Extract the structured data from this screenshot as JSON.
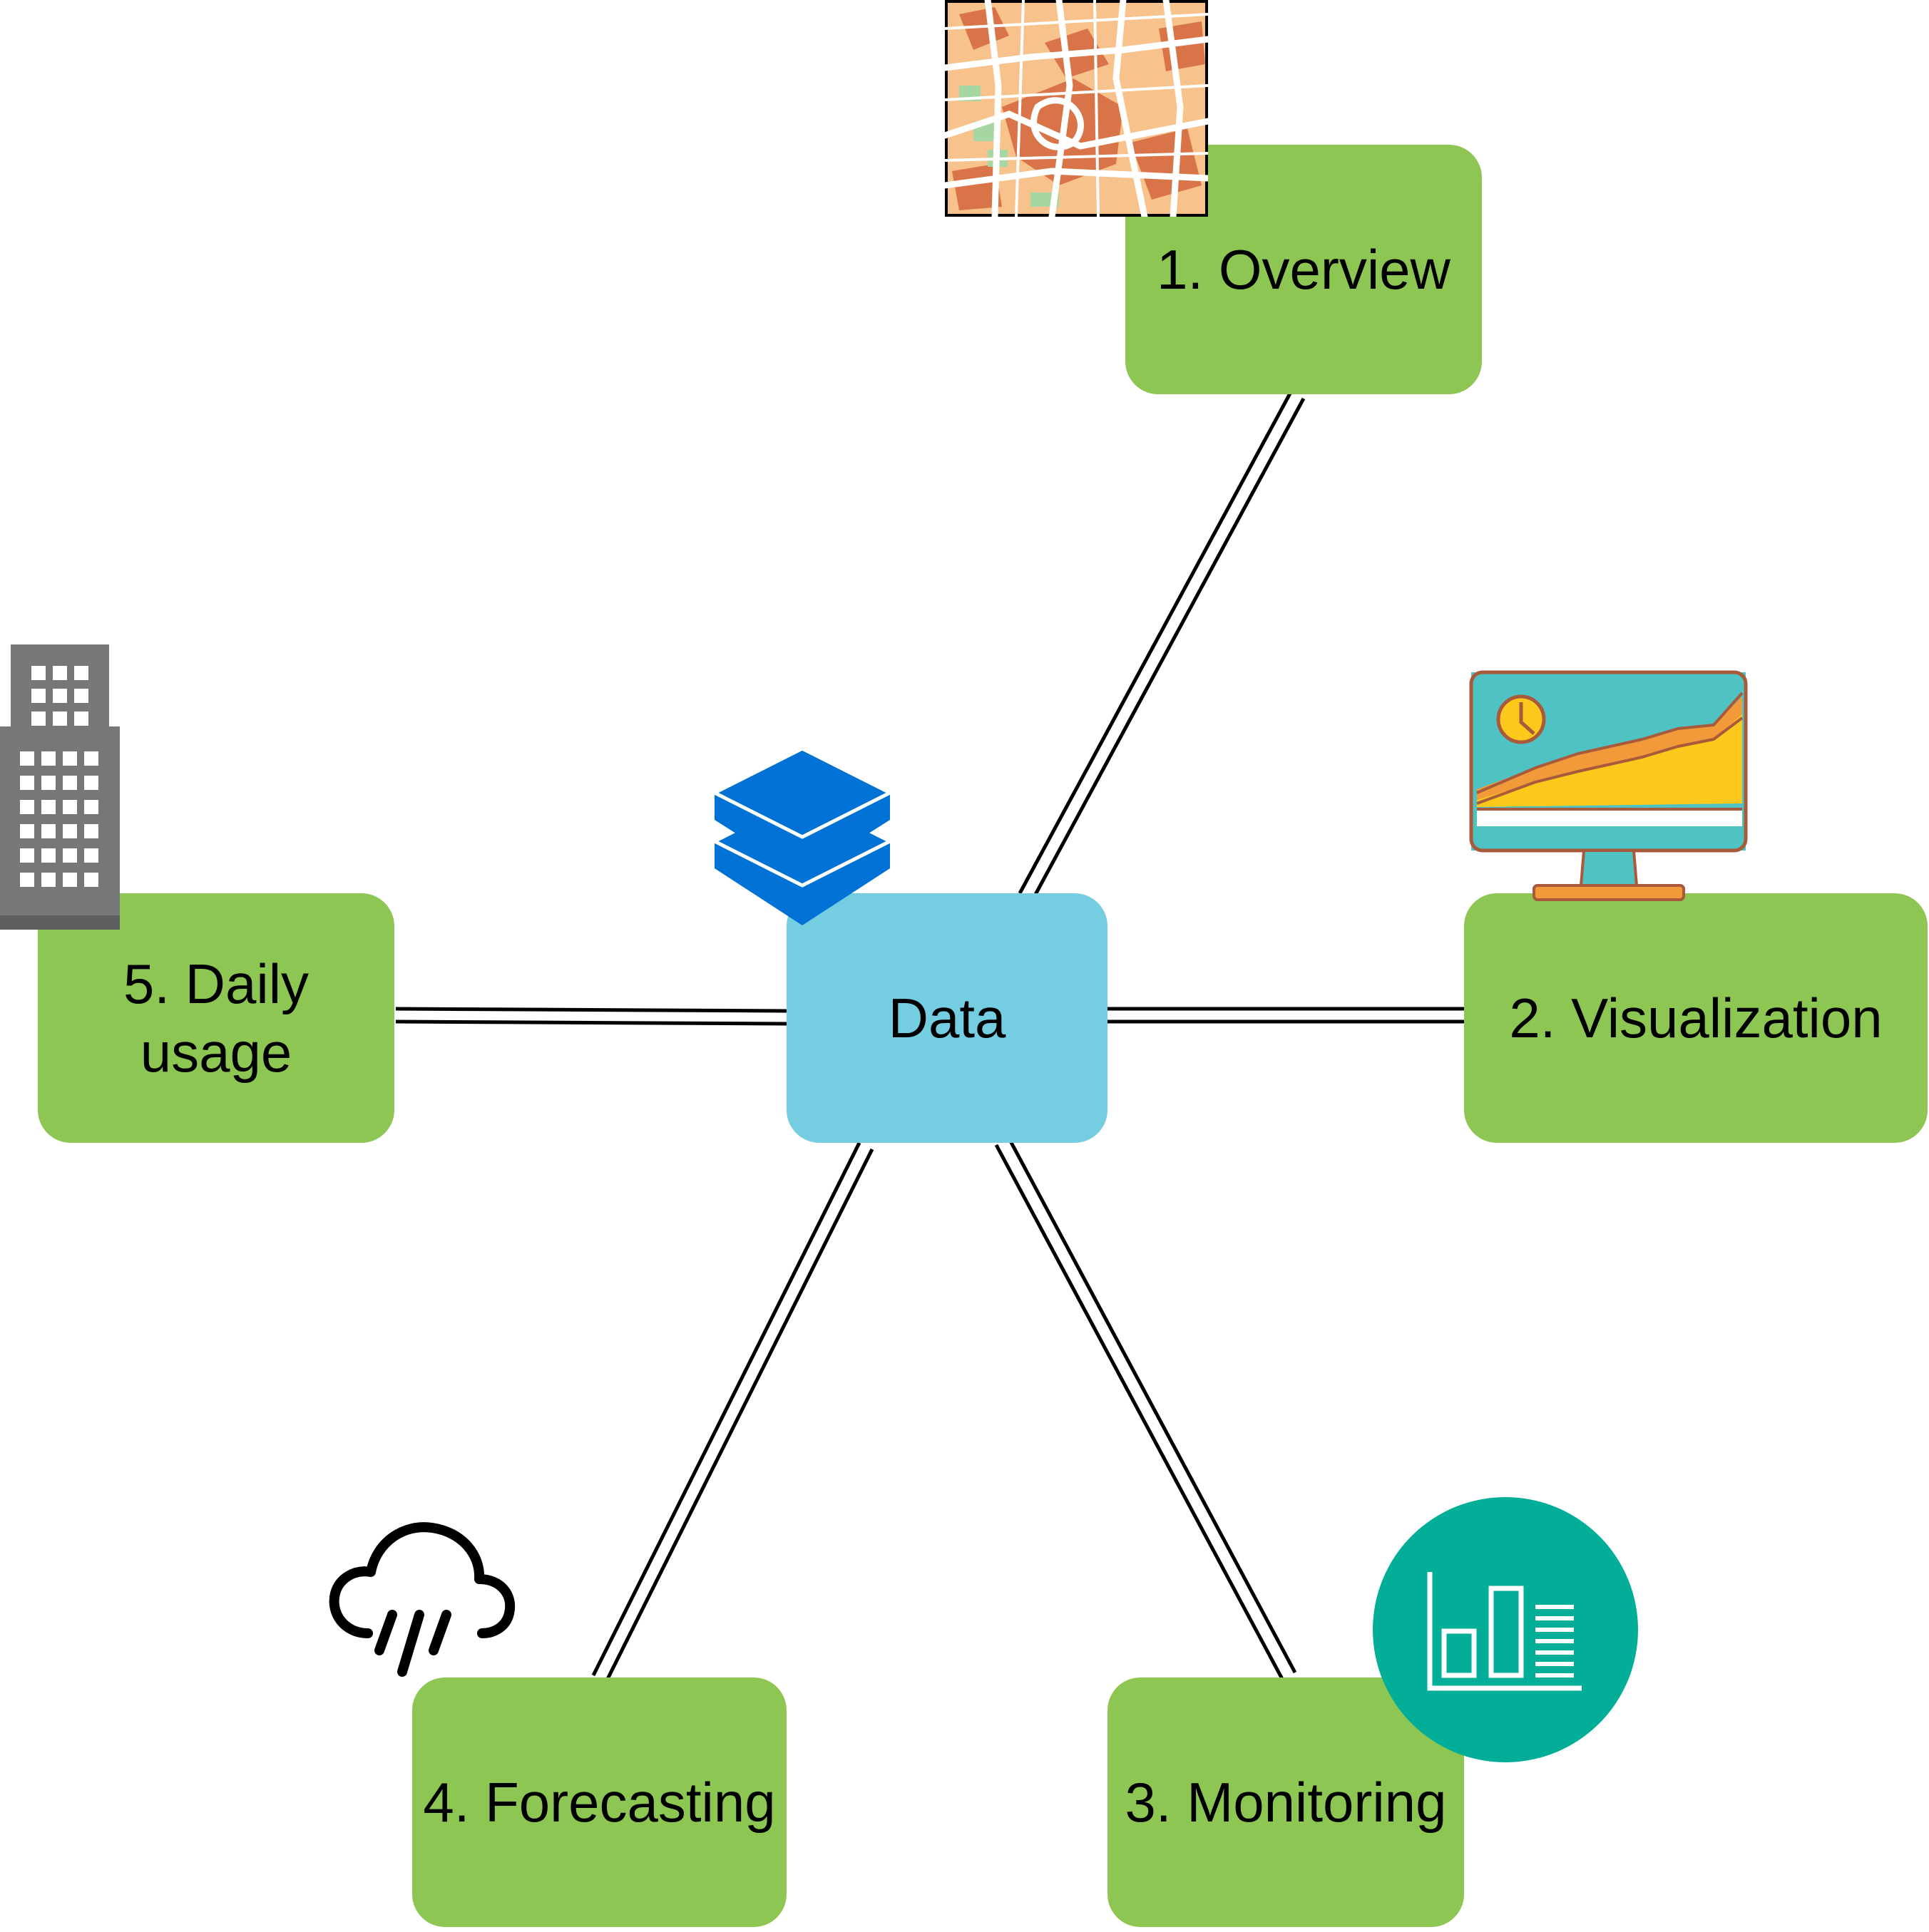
{
  "center": {
    "label": "Data"
  },
  "nodes": [
    {
      "id": "overview",
      "label": "1. Overview",
      "icon": "street-map-icon"
    },
    {
      "id": "visualization",
      "label": "2. Visualization",
      "icon": "dashboard-monitor-icon"
    },
    {
      "id": "monitoring",
      "label": "3. Monitoring",
      "icon": "bar-chart-icon"
    },
    {
      "id": "forecasting",
      "label": "4. Forecasting",
      "icon": "rain-cloud-icon"
    },
    {
      "id": "daily",
      "label": "5. Daily\nusage",
      "icon": "office-building-icon"
    }
  ],
  "center_icon": "database-layers-icon",
  "colors": {
    "node_green": "#8dc653",
    "center_cyan": "#74cde0",
    "connector": "#000000",
    "database_blue": "#0072d6",
    "monitoring_teal": "#03ae98",
    "building_gray": "#777777",
    "map_road": "#ffffff",
    "map_block": "#f7c28c",
    "map_plaza": "#d97448",
    "map_park": "#a6d7a2",
    "monitor_screen": "#4fc2c4",
    "monitor_chart_yellow": "#fcc81b",
    "monitor_outline": "#a85a3a"
  }
}
